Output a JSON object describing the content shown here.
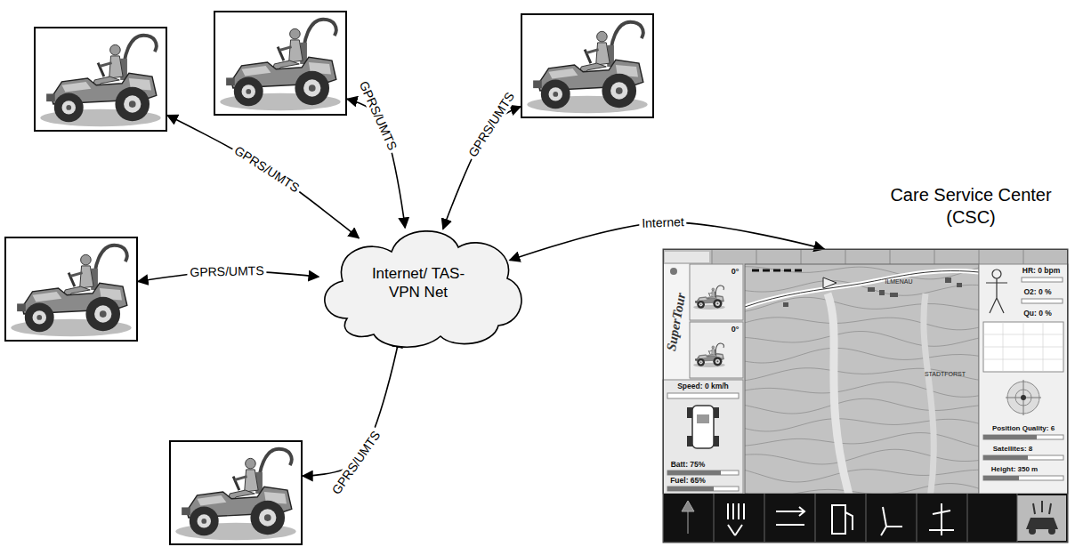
{
  "diagram": {
    "nodes": [
      {
        "text": []
      },
      {
        "text": []
      },
      {
        "text": []
      },
      {
        "text": []
      },
      {
        "text": [
          "Internet/ TAS-VPN Net"
        ]
      },
      {
        "text": [
          "Care Service Center (CSC)"
        ]
      },
      {
        "text": []
      }
    ],
    "edges": [
      {
        "from": 0,
        "to": 4,
        "label": "GPRS/UMTS",
        "arrow": "both"
      },
      {
        "from": 1,
        "to": 4,
        "label": "GPRS/UMTS",
        "arrow": "both"
      },
      {
        "from": 2,
        "to": 4,
        "label": "GPRS/UMTS",
        "arrow": "both"
      },
      {
        "from": 3,
        "to": 4,
        "label": "GPRS/UMTS",
        "arrow": "both"
      },
      {
        "from": 6,
        "to": 4,
        "label": "GPRS/UMTS",
        "arrow": "both"
      },
      {
        "from": 4,
        "to": 5,
        "label": "Internet",
        "arrow": "both"
      }
    ],
    "labels": [
      "0°",
      "0°",
      "Speed: 0 km/h",
      "Batt: 75%",
      "Fuel: 65%",
      "HR: 0 bpm",
      "O2: 0 %",
      "Qu: 0 %",
      "Position Quality: 6",
      "Satellites: 8",
      "Height: 350 m",
      "SuperTour",
      "ILMENAU",
      "STADTFORST"
    ]
  }
}
